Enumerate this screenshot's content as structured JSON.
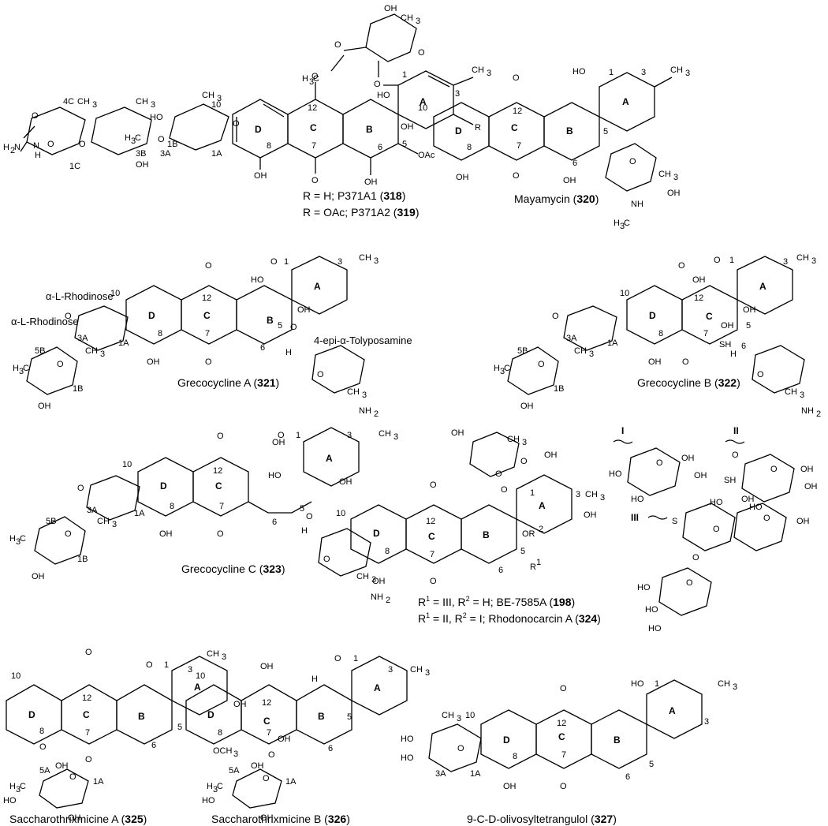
{
  "compounds": [
    {
      "name": "P371A1",
      "number": "318",
      "caption": "R = H; P371A1"
    },
    {
      "name": "P371A2",
      "number": "319",
      "caption": "R = OAc; P371A2"
    },
    {
      "name": "Mayamycin",
      "number": "320"
    },
    {
      "name": "Grecocycline A",
      "number": "321"
    },
    {
      "name": "Grecocycline B",
      "number": "322"
    },
    {
      "name": "Grecocycline C",
      "number": "323"
    },
    {
      "name": "BE-7585A",
      "number": "198",
      "caption": "R1 = III, R2 = H; BE-7585A"
    },
    {
      "name": "Rhodonocarcin A",
      "number": "324",
      "caption": "R1 = II, R2 = I; Rhodonocarcin A"
    },
    {
      "name": "Saccharothrixmicine A",
      "number": "325"
    },
    {
      "name": "Saccharothrixmicine B",
      "number": "326"
    },
    {
      "name": "9-C-D-olivosyltetrangulol",
      "number": "327"
    }
  ],
  "sugar_labels": {
    "rhodinose_1": "α-L-Rhodinose",
    "rhodinose_2": "α-L-Rhodinose",
    "tolyposamine": "4-epi-α-Tolyposamine"
  },
  "substituent_labels": {
    "I": "I",
    "II": "II",
    "III": "III"
  },
  "ring_labels": [
    "A",
    "B",
    "C",
    "D"
  ]
}
